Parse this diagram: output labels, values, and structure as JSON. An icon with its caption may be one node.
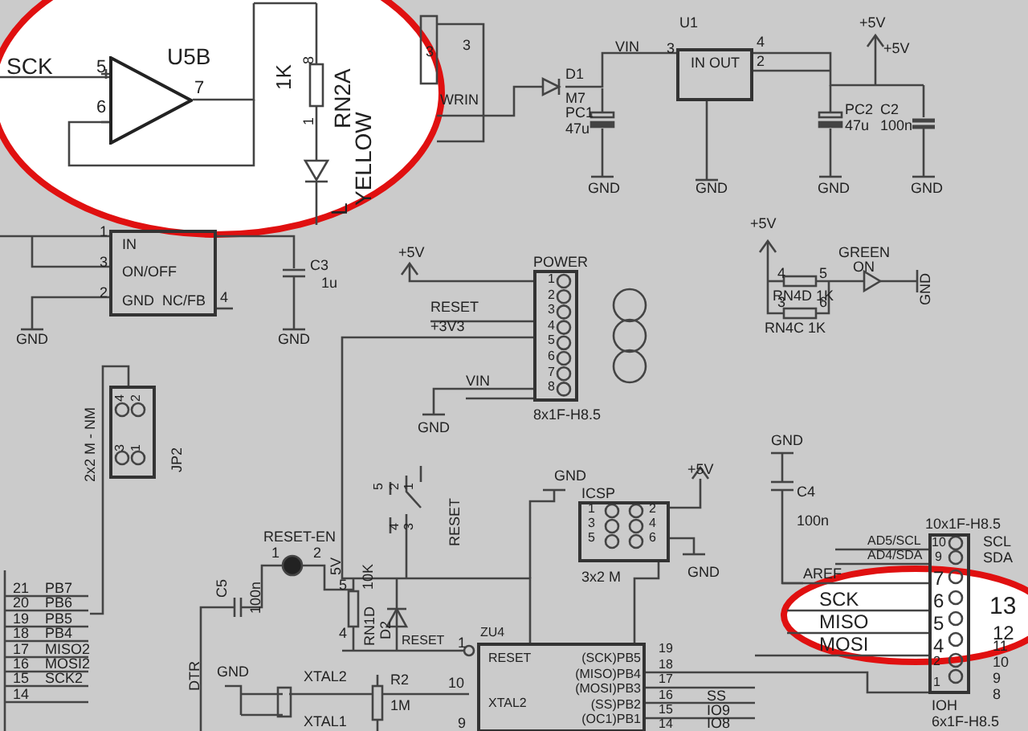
{
  "diagram": {
    "nodes": [
      {
        "text": [],
        "shape": "triangle",
        "beside": [
          "U5B",
          "5",
          "6",
          "7"
        ]
      },
      {
        "text": [
          "IN",
          "ON/OFF",
          "GND",
          "NC/FB"
        ]
      },
      {
        "text": [
          "IN OUT"
        ],
        "beside": [
          "U1"
        ]
      },
      {
        "text": [
          "POWER"
        ],
        "beside": [
          "8x1F-H8.5"
        ]
      },
      {
        "text": [
          "JP2"
        ],
        "beside": [
          "2x2 M - NM"
        ]
      },
      {
        "text": [
          "ICSP"
        ],
        "beside": [
          "3x2 M"
        ]
      },
      {
        "text": [
          "ZU4",
          "RESET",
          "XTAL2",
          "(SCK)PB5",
          "(MISO)PB4",
          "(MOSI)PB3",
          "(SS)PB2",
          "(OC1)PB1"
        ]
      },
      {
        "text": [
          "10x1F-H8.5",
          "IOH"
        ],
        "beside": [
          "6x1F-H8.5"
        ]
      }
    ],
    "edges": [
      {
        "from": 3,
        "to": 6,
        "arrow": "none"
      },
      {
        "from": 5,
        "to": 6,
        "arrow": "none"
      },
      {
        "from": 6,
        "to": 7,
        "arrow": "none"
      }
    ],
    "labels": [
      "SCK",
      "1K",
      "8",
      "1",
      "RN2A",
      "L",
      "YELLOW",
      "3",
      "3",
      "WRIN",
      "D1",
      "M7",
      "PC1",
      "47u",
      "VIN",
      "3",
      "4",
      "2",
      "+5V",
      "+5V",
      "PC2",
      "47u",
      "C2",
      "100n",
      "GND",
      "GND",
      "GND",
      "GND",
      "1",
      "3",
      "2",
      "4",
      "C3",
      "1u",
      "GND",
      "GND",
      "+5V",
      "RESET",
      "+3V3",
      "VIN",
      "1",
      "2",
      "3",
      "4",
      "5",
      "6",
      "7",
      "8",
      "GND",
      "+5V",
      "GREEN",
      "ON",
      "4",
      "5",
      "RN4D 1K",
      "3",
      "6",
      "RN4C 1K",
      "GND",
      "4",
      "2",
      "3",
      "1",
      "21",
      "PB7",
      "20",
      "PB6",
      "19",
      "PB5",
      "18",
      "PB4",
      "17",
      "MISO2",
      "16",
      "MOSI2",
      "15",
      "SCK2",
      "14",
      "DTR",
      "C5",
      "100n",
      "1",
      "2",
      "RESET-EN",
      "5V",
      "5",
      "10K",
      "RN1D",
      "D2",
      "4",
      "RESET",
      "GND",
      "XTAL2",
      "XTAL1",
      "R2",
      "1M",
      "1",
      "10",
      "9",
      "5",
      "2",
      "1",
      "4",
      "3",
      "RESET",
      "19",
      "18",
      "17",
      "16",
      "15",
      "14",
      "SS",
      "IO9",
      "IO8",
      "GND",
      "+5V",
      "1",
      "3",
      "5",
      "2",
      "4",
      "6",
      "GND",
      "GND",
      "C4",
      "100n",
      "AD5/SCL",
      "10",
      "AD4/SDA",
      "9",
      "SCL",
      "SDA",
      "AREF",
      "7",
      "SCK",
      "6",
      "MISO",
      "5",
      "MOSI",
      "4",
      "13",
      "12",
      "11",
      "10",
      "9",
      "8",
      "2",
      "1"
    ]
  }
}
